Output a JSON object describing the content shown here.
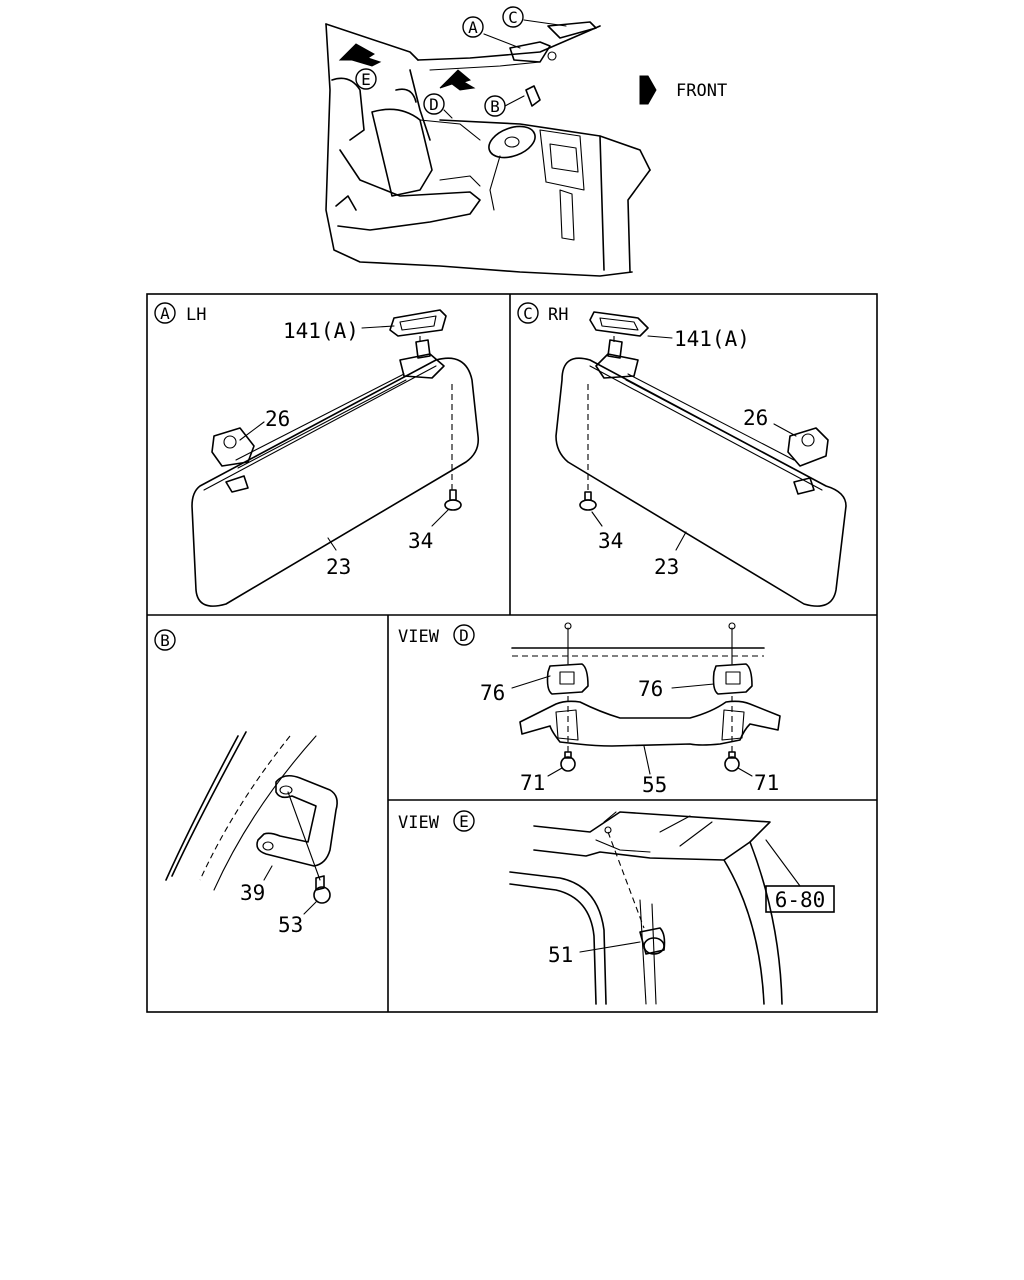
{
  "overview": {
    "callouts": {
      "a": "A",
      "b": "B",
      "c": "C",
      "d": "D",
      "e": "E"
    },
    "front_label": "FRONT"
  },
  "panel_a": {
    "circle": "A",
    "side": "LH",
    "labels": {
      "part_141": "141(A)",
      "part_26": "26",
      "part_34": "34",
      "part_23": "23"
    }
  },
  "panel_c": {
    "circle": "C",
    "side": "RH",
    "labels": {
      "part_141": "141(A)",
      "part_26": "26",
      "part_34": "34",
      "part_23": "23"
    }
  },
  "panel_b": {
    "circle": "B",
    "labels": {
      "part_39": "39",
      "part_53": "53"
    }
  },
  "panel_d": {
    "view_word": "VIEW",
    "circle": "D",
    "labels": {
      "part_76_left": "76",
      "part_76_right": "76",
      "part_71_left": "71",
      "part_71_right": "71",
      "part_55": "55"
    }
  },
  "panel_e": {
    "view_word": "VIEW",
    "circle": "E",
    "labels": {
      "part_51": "51",
      "ref_box": "6-80"
    }
  }
}
